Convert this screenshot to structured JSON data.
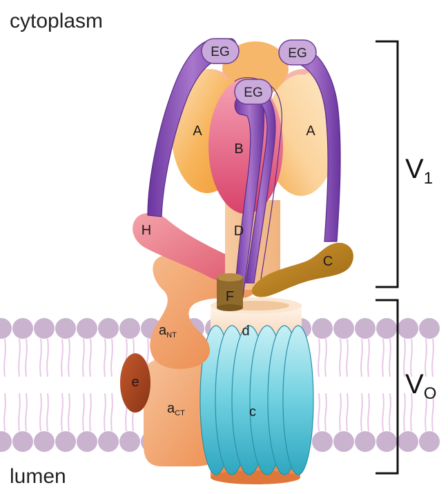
{
  "regions": {
    "top": "cytoplasm",
    "bottom": "lumen"
  },
  "brackets": {
    "v1": {
      "main": "V",
      "sub": "1"
    },
    "v0": {
      "main": "V",
      "sub": "O"
    }
  },
  "subunits": {
    "eg_left": "EG",
    "eg_right": "EG",
    "eg_center": "EG",
    "a_left": "A",
    "a_right": "A",
    "b": "B",
    "d_upper": "D",
    "h": "H",
    "c_upper": "C",
    "f": "F",
    "d_lower": "d",
    "c_ring": "c",
    "e": "e",
    "a_nt": {
      "main": "a",
      "sub": "NT"
    },
    "a_ct": {
      "main": "a",
      "sub": "CT"
    }
  },
  "colors": {
    "membrane_head": "#c9b3cf",
    "membrane_tail": "#e8c7e6",
    "a_subunit": "#f3a94d",
    "b_subunit": "#e0577f",
    "eg_stalk": "#8a4fb5",
    "h_subunit": "#e46d79",
    "c_upper": "#b07a1f",
    "f_subunit": "#8f6a2c",
    "d_stalk": "#f5c89d",
    "c_ring": "#59c6d8",
    "a_ct": "#f0a46b",
    "e_subunit": "#a64522"
  }
}
